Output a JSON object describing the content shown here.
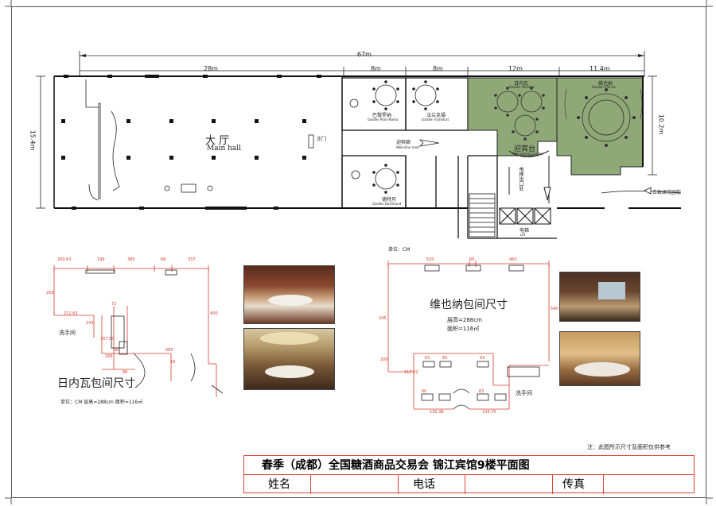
{
  "plan": {
    "total_width": "67m",
    "seg_28": "28m",
    "seg_8a": "8m",
    "seg_8b": "8m",
    "seg_12": "12m",
    "seg_114": "11.4m",
    "height_left": "15.4m",
    "height_right": "10.2m",
    "main_hall_cn": "大 厅",
    "main_hall_en": "Main hall",
    "front_door": "正门",
    "room_paris": "巴黎罗纳",
    "room_paris_en": "Garden Paris-Roma",
    "room_france": "法兰克福",
    "room_france_en": "Garden Frankfurt",
    "room_geneva": "日内瓦",
    "room_geneva_en": "Garden Geneva",
    "room_vienna": "维也纳",
    "room_vienna_en": "Garden Vienna",
    "room_dortmund": "德特月",
    "room_dortmund_en": "Garden Dortmund",
    "welcome_corridor": "迎宾廊",
    "welcome_corridor_en": "Welcome road",
    "welcome_desk": "迎宾台",
    "welcome_desk_en": "Welcoming Counter",
    "elevator_exit": "电梯出口处",
    "elevator": "电梯",
    "elevator_en": "Lift",
    "to_garden": "去致澜花园街"
  },
  "geneva_room": {
    "title": "日内瓦包间尺寸",
    "unit_line": "单位：CM    层高=288cm    面积=116㎡",
    "washroom": "洗手间",
    "dims": [
      "260.63",
      "199",
      "385",
      "68",
      "337",
      "259",
      "400",
      "211.63",
      "72",
      "143",
      "167.50",
      "168",
      "80",
      "89",
      "585",
      "18"
    ]
  },
  "vienna_room": {
    "unit": "单位：CM",
    "title": "维也纳包间尺寸",
    "height": "层高=288cm",
    "area": "面积=116㎡",
    "washroom": "洗手间",
    "dims": [
      "520",
      "60",
      "460",
      "540",
      "245",
      "200",
      "117.62",
      "63",
      "83",
      "63",
      "60",
      "135.38",
      "63",
      "135.75"
    ]
  },
  "note": "注：此图所示尺寸及面积仅供参考",
  "title_block": {
    "title": "春季（成都）全国糖酒商品交易会   锦江宾馆9楼平面图",
    "name_label": "姓名",
    "phone_label": "电话",
    "fax_label": "传真"
  },
  "colors": {
    "green": "#8fa878",
    "red_line": "#d43a2a",
    "wall": "#222"
  }
}
